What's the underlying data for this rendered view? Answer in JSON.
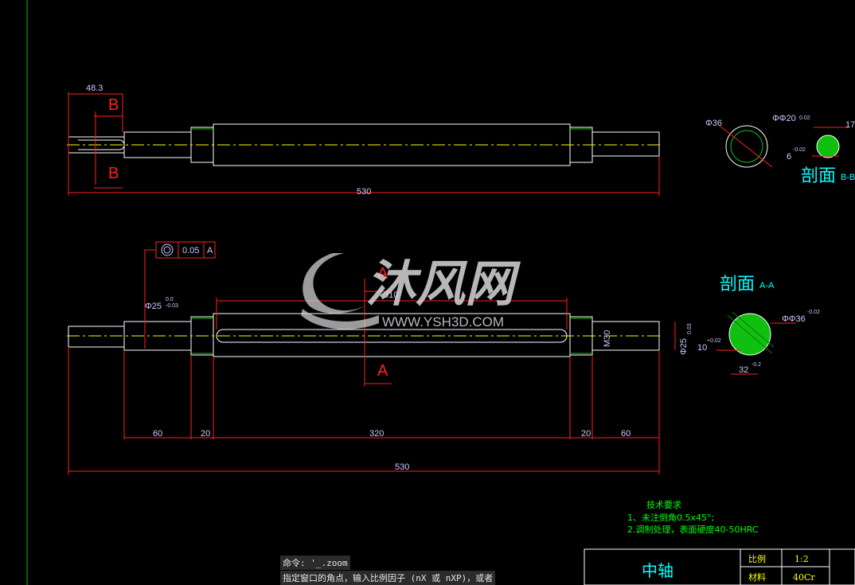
{
  "colors": {
    "background": "#000000",
    "part_outline": "#ffffff",
    "dimension": "#ff2020",
    "dim_text": "#c8c8ff",
    "centerline": "#ffff00",
    "hatch": "#10c010",
    "section_title": "#00ffff",
    "notes": "#00ff00",
    "frame": "#00c800",
    "title_text": "#00ffff",
    "title_text2": "#ffff00"
  },
  "top_view": {
    "overall_length": "530",
    "end_dim": "48.3",
    "section_marker": "B"
  },
  "main_view": {
    "overall_length": "530",
    "keyway_length": "310",
    "section_marker": "A",
    "segments": [
      "60",
      "20",
      "320",
      "20",
      "60"
    ],
    "left_diameter": "Φ25",
    "left_diameter_tol_upper": "0.0",
    "left_diameter_tol_lower": "-0.03",
    "right_diameter": "Φ25",
    "right_diameter_tol": "0.03",
    "thread": "M30",
    "tolerance_frame": {
      "value": "0.05",
      "datum": "A"
    }
  },
  "section_bb": {
    "title": "剖面",
    "subtitle": "B-B",
    "outer_dia": "Φ36",
    "inner_dia": "ΦΦ20",
    "inner_tol": "0.02",
    "width": "17",
    "depth": "6",
    "depth_tol": "-0.02"
  },
  "section_aa": {
    "title": "剖面",
    "subtitle": "A-A",
    "dia": "ΦΦ36",
    "dia_tol": "-0.02",
    "key_width": "10",
    "key_tol": "+0.02",
    "key_depth": "32",
    "depth_tol": "-0.2"
  },
  "watermark": {
    "brand": "沐风网",
    "url": "WWW.YSH3D.COM"
  },
  "notes": {
    "heading": "技术要求",
    "line1": "1、未注倒角0.5x45°;",
    "line2": "2.调制处理，表面硬度40-50HRC"
  },
  "title_block": {
    "part_name": "中轴",
    "scale_label": "比例",
    "scale_value": "1:2",
    "material_label": "材料",
    "material_value": "40Cr"
  },
  "command_line": {
    "line1": "命令: '_.zoom",
    "line2": "指定窗口的角点，输入比例因子 (nX 或 nXP)，或者"
  }
}
